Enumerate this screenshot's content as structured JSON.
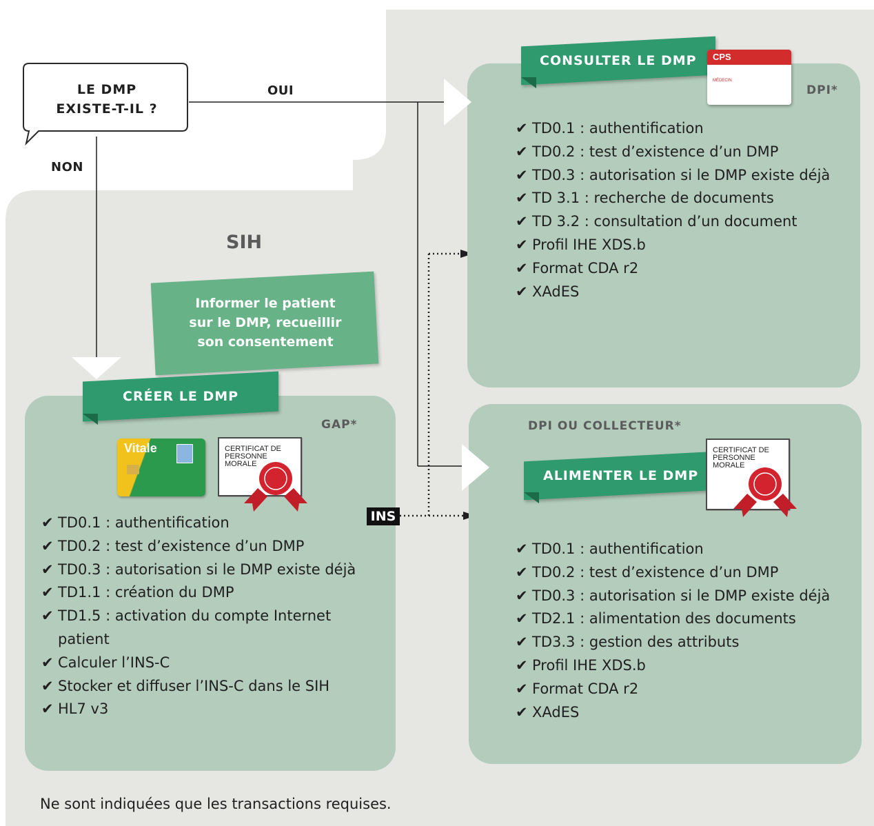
{
  "decision": {
    "question_line1": "LE DMP",
    "question_line2": "EXISTE-T-IL ?"
  },
  "edges": {
    "yes": "OUI",
    "no": "NON"
  },
  "zone_label": "SIH",
  "inform_box": {
    "line1": "Informer le patient",
    "line2": "sur le DMP, recueillir",
    "line3": "son consentement"
  },
  "create": {
    "ribbon": "CRÉER LE DMP",
    "header": "GAP*",
    "vitale_text": "Vitale",
    "cert_line1": "CERTIFICAT DE",
    "cert_line2": "PERSONNE MORALE",
    "items": [
      "TD0.1 : authentification",
      "TD0.2 : test d’existence d’un DMP",
      "TD0.3 : autorisation si le DMP existe déjà",
      "TD1.1 : création du DMP",
      "TD1.5 : activation du compte Internet patient",
      "Calculer l’INS-C",
      "Stocker et diffuser l’INS-C dans le SIH",
      "HL7 v3"
    ]
  },
  "consult": {
    "ribbon": "CONSULTER LE DMP",
    "header": "DPI*",
    "cps_text": "CPS",
    "cps_role": "MÉDECIN",
    "items": [
      "TD0.1 : authentification",
      "TD0.2 : test d’existence d’un DMP",
      "TD0.3 : autorisation si le DMP existe déjà",
      "TD 3.1 : recherche de documents",
      "TD 3.2 : consultation d’un document",
      "Profil IHE XDS.b",
      "Format CDA r2",
      "XAdES"
    ]
  },
  "feed": {
    "ribbon": "ALIMENTER LE DMP",
    "header": "DPI OU COLLECTEUR*",
    "cert_line1": "CERTIFICAT DE",
    "cert_line2": "PERSONNE MORALE",
    "items": [
      "TD0.1 : authentification",
      "TD0.2 : test d’existence d’un DMP",
      "TD0.3 : autorisation si le DMP existe déjà",
      "TD2.1 : alimentation des documents",
      "TD3.3 : gestion des attributs",
      "Profil IHE XDS.b",
      "Format CDA r2",
      "XAdES"
    ]
  },
  "ins_tag": "INS",
  "check_glyph": "✔",
  "footnote": "Ne sont indiquées que les transactions requises.",
  "colors": {
    "panel": "#b3ccbb",
    "ribbon": "#2f9a6d",
    "zone": "#e6e6e3",
    "ins": "#111111"
  }
}
